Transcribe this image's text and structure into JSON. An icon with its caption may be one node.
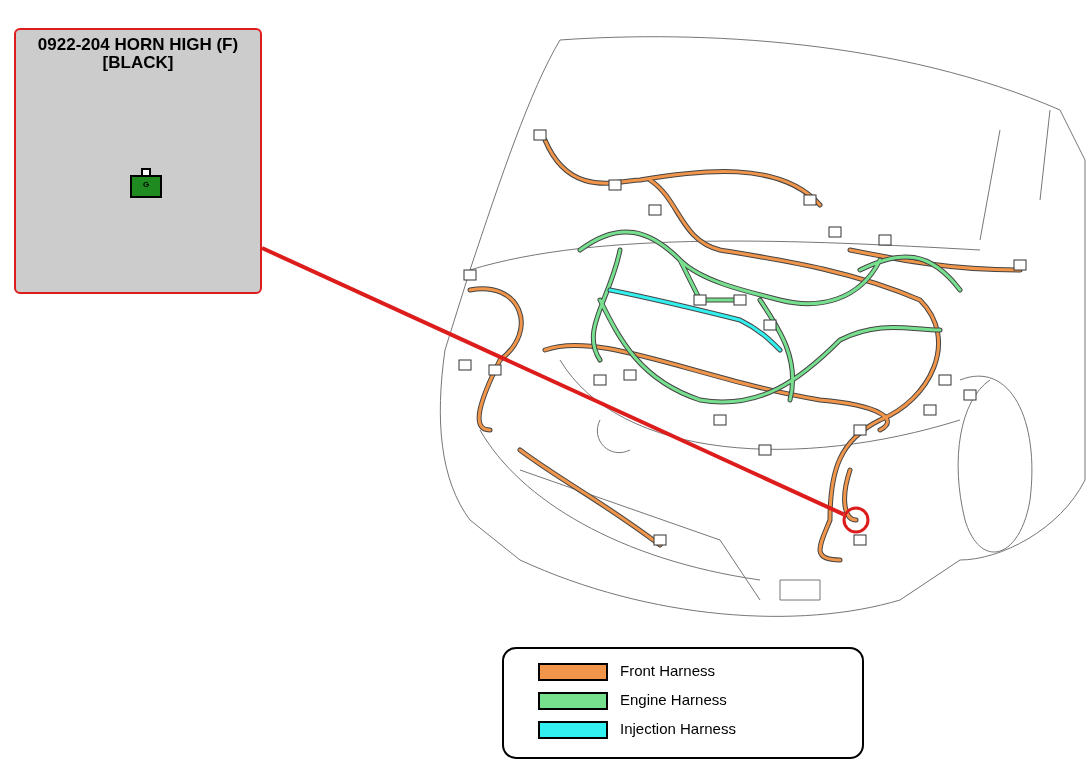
{
  "diagram": {
    "nodes": [
      {
        "text": [
          "0922-204 HORN HIGH (F) [BLACK]"
        ]
      },
      {
        "text": [
          "G"
        ],
        "in": 0
      },
      {
        "text": [],
        "shape": "circle"
      }
    ],
    "edges": [
      {
        "from": 0,
        "to": 2,
        "arrow": "none",
        "color": "#dd1c1c"
      }
    ],
    "legend": [
      {
        "text": "Front Harness",
        "color": "#f0954a"
      },
      {
        "text": "Engine Harness",
        "color": "#77e08f"
      },
      {
        "text": "Injection Harness",
        "color": "#33f0f0"
      }
    ]
  }
}
